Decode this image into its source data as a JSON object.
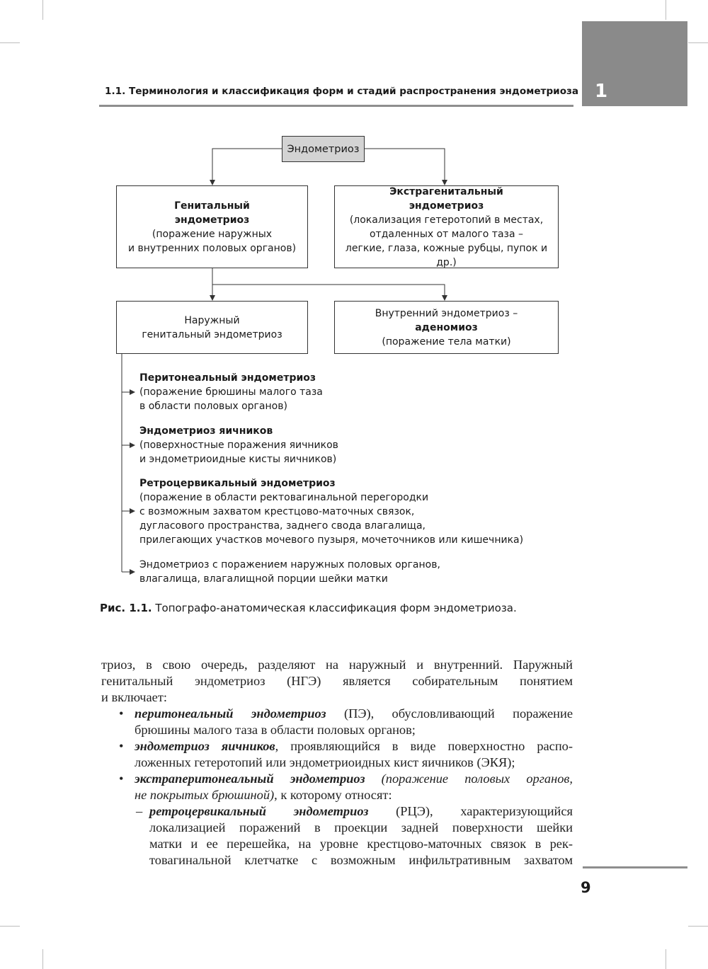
{
  "header": {
    "title": "1.1. Терминология и классификация форм и стадий распространения эндометриоза",
    "chapter_number": "1"
  },
  "diagram": {
    "root": "Эндометриоз",
    "genital": {
      "line1": "Генитальный",
      "line2": "эндометриоз",
      "line3": "(поражение наружных",
      "line4": "и внутренних половых органов)"
    },
    "extragenital": {
      "line1": "Экстрагенитальный",
      "line2": "эндометриоз",
      "line3": "(локализация гетеротопий в местах,",
      "line4": "отдаленных от малого таза –",
      "line5": "легкие, глаза, кожные рубцы, пупок и др.)"
    },
    "external": {
      "line1": "Наружный",
      "line2": "генитальный эндометриоз"
    },
    "internal": {
      "line1": "Внутренний эндометриоз –",
      "line2": "аденомиоз",
      "line3": "(поражение тела матки)"
    },
    "subtypes": [
      {
        "title": "Перитонеальный эндометриоз",
        "lines": [
          "(поражение брюшины малого таза",
          "в области половых органов)"
        ]
      },
      {
        "title": "Эндометриоз яичников",
        "lines": [
          "(поверхностные поражения яичников",
          "и эндометриоидные кисты яичников)"
        ]
      },
      {
        "title": "Ретроцервикальный эндометриоз",
        "lines": [
          "(поражение в области ректовагинальной перегородки",
          "с возможным захватом крестцово-маточных связок,",
          "дугласового пространства, заднего свода влагалища,",
          "прилегающих участков мочевого пузыря, мочеточников или кишечника)"
        ]
      },
      {
        "title": "",
        "lines": [
          "Эндометриоз с поражением наружных половых органов,",
          "влагалища, влагалищной порции шейки матки"
        ]
      }
    ]
  },
  "caption": {
    "label": "Рис. 1.1.",
    "text": " Топографо-анатомическая классификация форм эндометриоза."
  },
  "body": {
    "p1": [
      "триоз, в свою очередь, разделяют на наружный и внутренний. Паружный",
      "генитальный эндометриоз (НГЭ) является собирательным понятием",
      "и включает:"
    ],
    "b1_term": "перитонеальный эндометриоз",
    "b1_rest1": " (ПЭ), обусловливающий поражение",
    "b1_line2": "брюшины малого таза в области половых органов;",
    "b2_term": "эндометриоз яичников",
    "b2_rest1": ", проявляющийся в виде поверхностно распо-",
    "b2_line2": "ложенных гетеротопий или эндометриоидных кист яичников (ЭКЯ);",
    "b3_term": "экстраперитонеальный эндометриоз",
    "b3_ital1": " (поражение половых органов,",
    "b3_ital2": "не покрытых брюшиной)",
    "b3_rest2": ", к которому относят:",
    "d1_term": "ретроцервикальный эндометриоз",
    "d1_rest1": " (РЦЭ), характеризующийся",
    "d1_lines": [
      "локализацией поражений в проекции задней поверхности шейки",
      "матки и ее перешейка, на уровне крестцово-маточных связок в рек-",
      "товагинальной клетчатке с возможным инфильтративным захватом"
    ]
  },
  "footer": {
    "page_number": "9"
  }
}
